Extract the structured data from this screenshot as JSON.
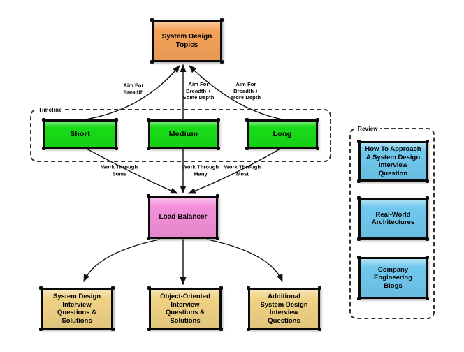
{
  "diagram": {
    "title_node": {
      "label": "System Design\nTopics"
    },
    "timeline": {
      "label": "Timeline",
      "items": [
        {
          "label": "Short"
        },
        {
          "label": "Medium"
        },
        {
          "label": "Long"
        }
      ]
    },
    "edge_labels": {
      "aim_breadth": "Aim For\nBreadth",
      "aim_some_depth": "Aim For\nBreadth +\nSome Depth",
      "aim_more_depth": "Aim For\nBreadth +\nMore Depth",
      "work_some": "Work Through\nSome",
      "work_many": "Work Through\nMany",
      "work_most": "Work Through\nMost"
    },
    "load_balancer": {
      "label": "Load Balancer"
    },
    "resources": [
      {
        "label": "System Design\nInterview\nQuestions &\nSolutions"
      },
      {
        "label": "Object-Oriented\nInterview\nQuestions &\nSolutions"
      },
      {
        "label": "Additional\nSystem Design\nInterview\nQuestions"
      }
    ],
    "review": {
      "label": "Review",
      "items": [
        {
          "label": "How To Approach\nA System Design\nInterview\nQuestion"
        },
        {
          "label": "Real-World\nArchitectures"
        },
        {
          "label": "Company\nEngineering\nBlogs"
        }
      ]
    },
    "colors": {
      "topics": "#F4A259",
      "timeline_box": "#17DC17",
      "load_balancer": "#F48FD9",
      "resource_box": "#F0D285",
      "review_box": "#70C8EE",
      "line": "#111111"
    }
  }
}
